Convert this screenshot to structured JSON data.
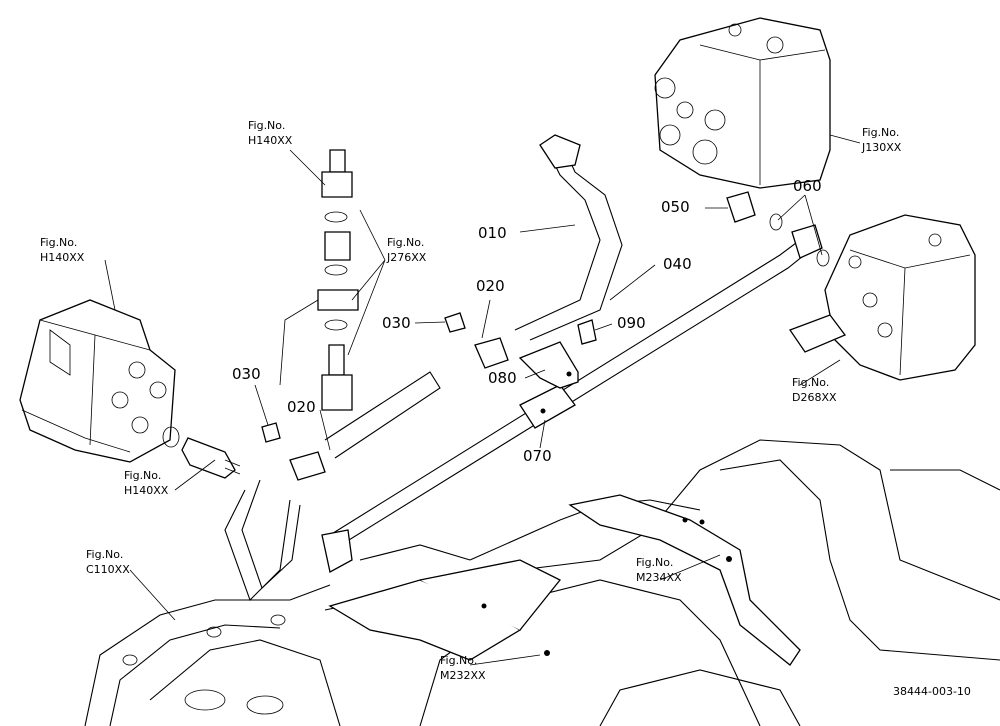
{
  "drawing_code": "38444-003-10",
  "callouts": [
    {
      "id": "ref-h140-top",
      "kind": "ref",
      "line1": "Fig.No.",
      "line2": "H140XX"
    },
    {
      "id": "ref-h140-left",
      "kind": "ref",
      "line1": "Fig.No.",
      "line2": "H140XX"
    },
    {
      "id": "ref-h140-lower",
      "kind": "ref",
      "line1": "Fig.No.",
      "line2": "H140XX"
    },
    {
      "id": "ref-j276",
      "kind": "ref",
      "line1": "Fig.No.",
      "line2": "J276XX"
    },
    {
      "id": "ref-j130",
      "kind": "ref",
      "line1": "Fig.No.",
      "line2": "J130XX"
    },
    {
      "id": "ref-d268",
      "kind": "ref",
      "line1": "Fig.No.",
      "line2": "D268XX"
    },
    {
      "id": "ref-c110",
      "kind": "ref",
      "line1": "Fig.No.",
      "line2": "C110XX"
    },
    {
      "id": "ref-m234",
      "kind": "ref",
      "line1": "Fig.No.",
      "line2": "M234XX"
    },
    {
      "id": "ref-m232",
      "kind": "ref",
      "line1": "Fig.No.",
      "line2": "M232XX"
    }
  ],
  "parts": [
    {
      "id": "part-010",
      "number": "010"
    },
    {
      "id": "part-020-upper",
      "number": "020"
    },
    {
      "id": "part-020-lower",
      "number": "020"
    },
    {
      "id": "part-030-upper",
      "number": "030"
    },
    {
      "id": "part-030-lower",
      "number": "030"
    },
    {
      "id": "part-040",
      "number": "040"
    },
    {
      "id": "part-050",
      "number": "050"
    },
    {
      "id": "part-060",
      "number": "060"
    },
    {
      "id": "part-070",
      "number": "070"
    },
    {
      "id": "part-080",
      "number": "080"
    },
    {
      "id": "part-090",
      "number": "090"
    }
  ]
}
